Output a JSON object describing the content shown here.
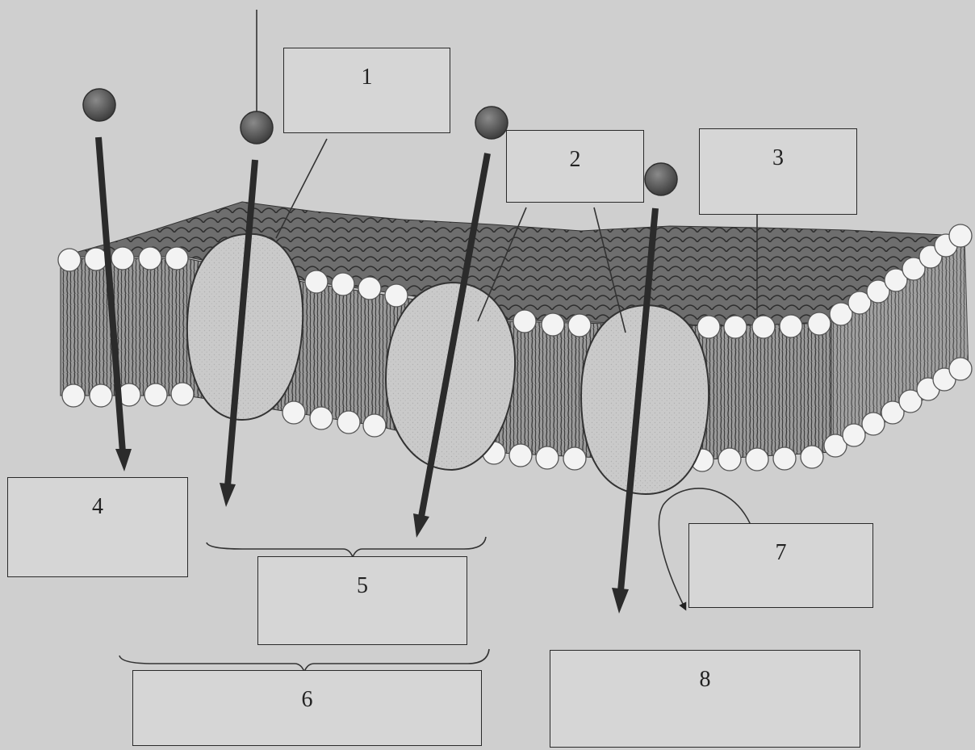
{
  "diagram": {
    "labels": [
      {
        "id": "1",
        "text": "1"
      },
      {
        "id": "2",
        "text": "2"
      },
      {
        "id": "3",
        "text": "3"
      },
      {
        "id": "4",
        "text": "4"
      },
      {
        "id": "5",
        "text": "5"
      },
      {
        "id": "6",
        "text": "6"
      },
      {
        "id": "7",
        "text": "7"
      },
      {
        "id": "8",
        "text": "8"
      }
    ],
    "colors": {
      "background": "#cfcfcf",
      "membrane_top": "#6b6b6b",
      "membrane_side": "#8c8c8c",
      "phospholipid_head": "#f2f2f2",
      "protein": "#c9c9c9",
      "molecule": "#5a5a5a",
      "arrow": "#2b2b2b"
    }
  }
}
